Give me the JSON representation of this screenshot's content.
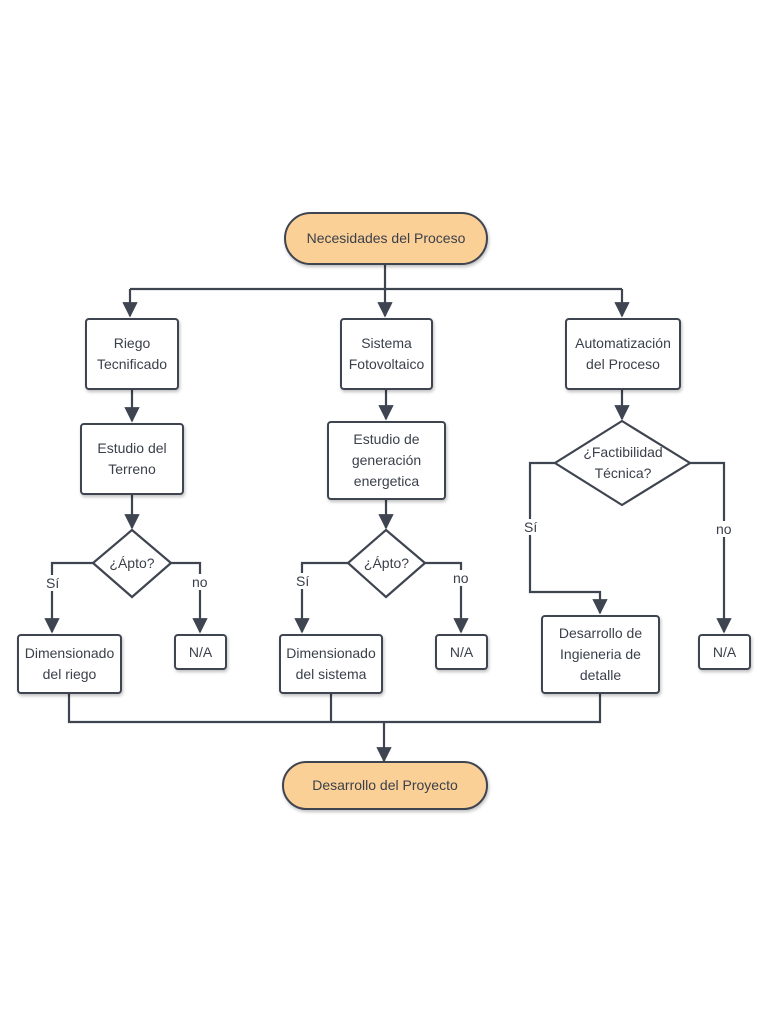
{
  "nodes": {
    "start": "Necesidades del Proceso",
    "riego": "Riego Tecnificado",
    "sistema": "Sistema Fotovoltaico",
    "automatizacion": "Automatización del Proceso",
    "estudio_terreno": "Estudio del Terreno",
    "estudio_generacion": "Estudio de generación energetica",
    "factibilidad": "¿Factibilidad Técnica?",
    "apto1": "¿Ápto?",
    "apto2": "¿Ápto?",
    "dim_riego": "Dimensionado del riego",
    "na1": "N/A",
    "dim_sistema": "Dimensionado del sistema",
    "na2": "N/A",
    "desarrollo_ingenieria": "Desarrollo de Ingieneria de detalle",
    "na3": "N/A",
    "end": "Desarrollo del Proyecto"
  },
  "labels": {
    "si1": "Sí",
    "no1": "no",
    "si2": "Sí",
    "no2": "no",
    "si3": "Sí",
    "no3": "no"
  },
  "colors": {
    "terminal_fill": "#fbd096",
    "stroke": "#3e4450",
    "text": "#3a3f4a"
  }
}
